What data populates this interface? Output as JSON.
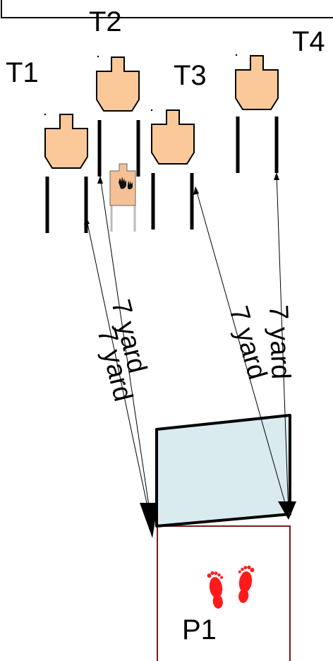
{
  "targets": [
    {
      "id": "t1",
      "label": "T1"
    },
    {
      "id": "t2",
      "label": "T2"
    },
    {
      "id": "t3",
      "label": "T3"
    },
    {
      "id": "t4",
      "label": "T4"
    }
  ],
  "no_shoot": {
    "label": ""
  },
  "distances": [
    {
      "id": "d1",
      "label": "7 yard"
    },
    {
      "id": "d2",
      "label": "7 yard"
    },
    {
      "id": "d3",
      "label": "7 yard"
    },
    {
      "id": "d4",
      "label": "7 yard"
    }
  ],
  "shooting_position": {
    "label": "P1"
  },
  "colors": {
    "target_fill": "#fbc999",
    "no_shoot_fill": "#f5c095",
    "fault_area_fill": "#daebef",
    "shooting_box_border": "#7b1b1b",
    "footprint": "#ff1a1a",
    "stroke": "#000000"
  },
  "icons": [
    "hands-icon",
    "footprints-icon",
    "arrow-icon"
  ]
}
